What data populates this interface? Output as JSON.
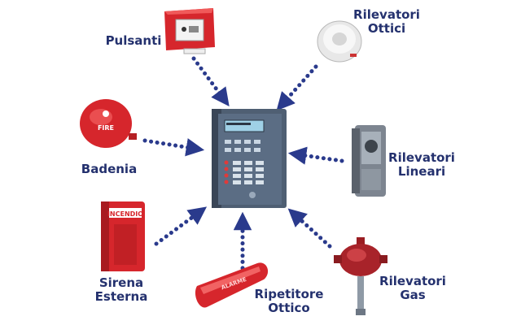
{
  "colors": {
    "label_text": "#24316e",
    "arrow_dots": "#2a3a8c",
    "device_red": "#d6262c",
    "panel_body": "#4f5f73"
  },
  "labels": {
    "pulsanti": "Pulsanti",
    "rilevatori_ottici": "Rilevatori\nOttici",
    "badenia": "Badenia",
    "rilevatori_lineari": "Rilevatori\nLineari",
    "sirena_esterna": "Sirena\nEsterna",
    "ripetitore_ottico": "Ripetitore\nOttico",
    "rilevatori_gas": "Rilevatori\nGas"
  },
  "device_text": {
    "bell_text": "FIRE",
    "siren_text": "INCENDIO",
    "repeater_text": "ALARME"
  },
  "icons": {
    "center": "control-panel-icon",
    "pulsanti": "manual-call-point-icon",
    "ottici": "smoke-detector-icon",
    "badenia": "fire-bell-icon",
    "lineari": "beam-detector-icon",
    "sirena": "siren-box-icon",
    "ripetitore": "repeater-light-icon",
    "gas": "gas-detector-icon"
  }
}
